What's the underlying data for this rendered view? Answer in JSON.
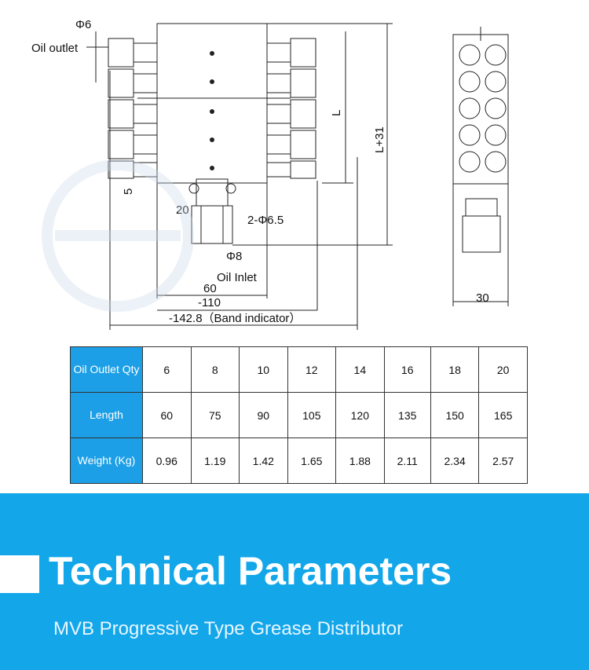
{
  "drawing": {
    "phi6": "Φ6",
    "oil_outlet": "Oil outlet",
    "dim_L": "L",
    "dim_L31": "L+31",
    "dim_20": "20",
    "dim_5": "5",
    "dim_2phi65": "2-Φ6.5",
    "dim_phi8": "Φ8",
    "oil_inlet": "Oil Inlet",
    "dim_60": "60",
    "dim_110": "-110",
    "dim_1428": "-142.8（Band indicator）",
    "dim_30": "30"
  },
  "table": {
    "header_qty": "Oil Outlet Qty",
    "header_length": "Length",
    "header_weight": "Weight (Kg)",
    "qty": [
      "6",
      "8",
      "10",
      "12",
      "14",
      "16",
      "18",
      "20"
    ],
    "length": [
      "60",
      "75",
      "90",
      "105",
      "120",
      "135",
      "150",
      "165"
    ],
    "weight": [
      "0.96",
      "1.19",
      "1.42",
      "1.65",
      "1.88",
      "2.11",
      "2.34",
      "2.57"
    ]
  },
  "banner": {
    "title": "Technical Parameters",
    "subtitle": "MVB Progressive Type Grease Distributor"
  },
  "colors": {
    "banner": "#13a7ea",
    "table_header": "#1c9fe6"
  }
}
